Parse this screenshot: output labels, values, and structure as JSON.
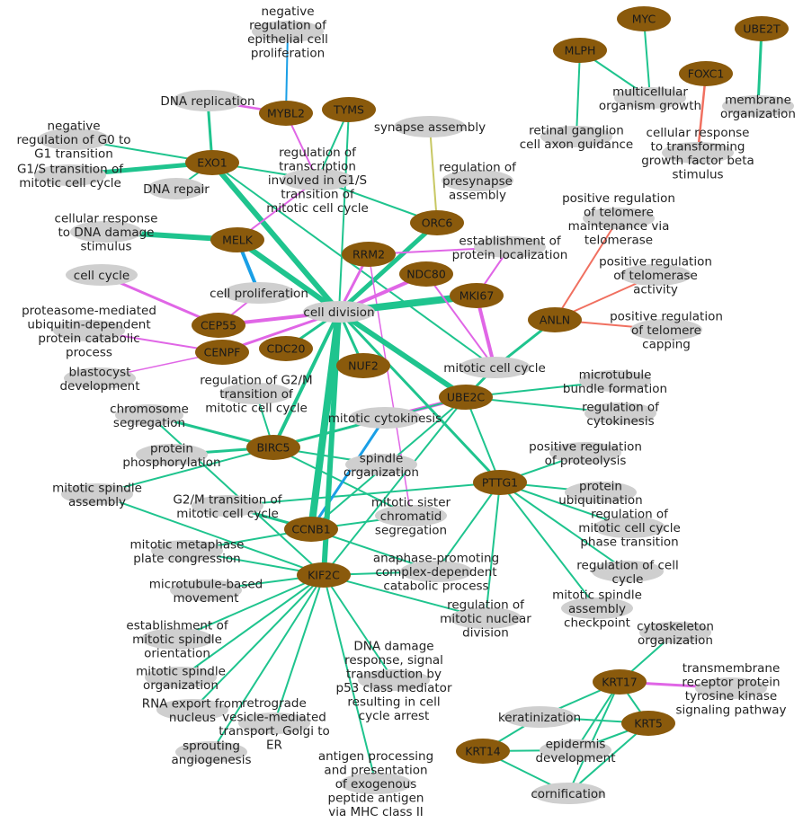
{
  "colors": {
    "gene_node": "#8a5a0c",
    "term_node": "#cfcfcf",
    "edge_green": "#1fc48e",
    "edge_magenta": "#e066e6",
    "edge_blue": "#1a9fe6",
    "edge_salmon": "#f07060",
    "edge_olive": "#c8c864"
  },
  "genes": [
    {
      "id": "EXO1",
      "label": "EXO1"
    },
    {
      "id": "MYBL2",
      "label": "MYBL2"
    },
    {
      "id": "TYMS",
      "label": "TYMS"
    },
    {
      "id": "MELK",
      "label": "MELK"
    },
    {
      "id": "ORC6",
      "label": "ORC6"
    },
    {
      "id": "RRM2",
      "label": "RRM2"
    },
    {
      "id": "NDC80",
      "label": "NDC80"
    },
    {
      "id": "MKI67",
      "label": "MKI67"
    },
    {
      "id": "CEP55",
      "label": "CEP55"
    },
    {
      "id": "CENPF",
      "label": "CENPF"
    },
    {
      "id": "CDC20",
      "label": "CDC20"
    },
    {
      "id": "NUF2",
      "label": "NUF2"
    },
    {
      "id": "UBE2C",
      "label": "UBE2C"
    },
    {
      "id": "BIRC5",
      "label": "BIRC5"
    },
    {
      "id": "PTTG1",
      "label": "PTTG1"
    },
    {
      "id": "CCNB1",
      "label": "CCNB1"
    },
    {
      "id": "KIF2C",
      "label": "KIF2C"
    },
    {
      "id": "ANLN",
      "label": "ANLN"
    },
    {
      "id": "MYC",
      "label": "MYC"
    },
    {
      "id": "MLPH",
      "label": "MLPH"
    },
    {
      "id": "FOXC1",
      "label": "FOXC1"
    },
    {
      "id": "UBE2T",
      "label": "UBE2T"
    },
    {
      "id": "KRT17",
      "label": "KRT17"
    },
    {
      "id": "KRT5",
      "label": "KRT5"
    },
    {
      "id": "KRT14",
      "label": "KRT14"
    }
  ],
  "terms": [
    {
      "id": "neg_epi",
      "label": [
        "negative",
        "regulation of",
        "epithelial cell",
        "proliferation"
      ]
    },
    {
      "id": "dna_rep",
      "label": [
        "DNA replication"
      ]
    },
    {
      "id": "neg_g0",
      "label": [
        "negative",
        "regulation of G0 to",
        "G1 transition"
      ]
    },
    {
      "id": "g1s",
      "label": [
        "G1/S transition of",
        "mitotic cell cycle"
      ]
    },
    {
      "id": "dna_repair",
      "label": [
        "DNA repair"
      ]
    },
    {
      "id": "reg_trans",
      "label": [
        "regulation of",
        "transcription",
        "involved in G1/S",
        "transition of",
        "mitotic cell cycle"
      ]
    },
    {
      "id": "syn_asm",
      "label": [
        "synapse assembly"
      ]
    },
    {
      "id": "reg_presyn",
      "label": [
        "regulation of",
        "presynapse",
        "assembly"
      ]
    },
    {
      "id": "cell_resp_dna",
      "label": [
        "cellular response",
        "to DNA damage",
        "stimulus"
      ]
    },
    {
      "id": "cell_cycle",
      "label": [
        "cell cycle"
      ]
    },
    {
      "id": "cell_prolif",
      "label": [
        "cell proliferation"
      ]
    },
    {
      "id": "cell_div",
      "label": [
        "cell division"
      ]
    },
    {
      "id": "estab_prot",
      "label": [
        "establishment of",
        "protein localization"
      ]
    },
    {
      "id": "proteasome",
      "label": [
        "proteasome-mediated",
        "ubiquitin-dependent",
        "protein catabolic",
        "process"
      ]
    },
    {
      "id": "blasto",
      "label": [
        "blastocyst",
        "development"
      ]
    },
    {
      "id": "reg_g2m",
      "label": [
        "regulation of G2/M",
        "transition of",
        "mitotic cell cycle"
      ]
    },
    {
      "id": "chrom_seg",
      "label": [
        "chromosome",
        "segregation"
      ]
    },
    {
      "id": "mitotic_cc",
      "label": [
        "mitotic cell cycle"
      ]
    },
    {
      "id": "mt_bundle",
      "label": [
        "microtubule",
        "bundle formation"
      ]
    },
    {
      "id": "reg_cytok",
      "label": [
        "regulation of",
        "cytokinesis"
      ]
    },
    {
      "id": "mit_cytok",
      "label": [
        "mitotic cytokinesis"
      ]
    },
    {
      "id": "prot_phos",
      "label": [
        "protein",
        "phosphorylation"
      ]
    },
    {
      "id": "spindle_org",
      "label": [
        "spindle",
        "organization"
      ]
    },
    {
      "id": "pos_prot",
      "label": [
        "positive regulation",
        "of proteolysis"
      ]
    },
    {
      "id": "mit_spindle_asm",
      "label": [
        "mitotic spindle",
        "assembly"
      ]
    },
    {
      "id": "g2m",
      "label": [
        "G2/M transition of",
        "mitotic cell cycle"
      ]
    },
    {
      "id": "sister",
      "label": [
        "mitotic sister",
        "chromatid",
        "segregation"
      ]
    },
    {
      "id": "prot_ubq",
      "label": [
        "protein",
        "ubiquitination"
      ]
    },
    {
      "id": "reg_mcc_phase",
      "label": [
        "regulation of",
        "mitotic cell cycle",
        "phase transition"
      ]
    },
    {
      "id": "metaphase",
      "label": [
        "mitotic metaphase",
        "plate congression"
      ]
    },
    {
      "id": "apc",
      "label": [
        "anaphase-promoting",
        "complex-dependent",
        "catabolic process"
      ]
    },
    {
      "id": "reg_cc",
      "label": [
        "regulation of cell",
        "cycle"
      ]
    },
    {
      "id": "mt_move",
      "label": [
        "microtubule-based",
        "movement"
      ]
    },
    {
      "id": "reg_mnd",
      "label": [
        "regulation of",
        "mitotic nuclear",
        "division"
      ]
    },
    {
      "id": "checkpoint",
      "label": [
        "mitotic spindle",
        "assembly",
        "checkpoint"
      ]
    },
    {
      "id": "estab_spindle",
      "label": [
        "establishment of",
        "mitotic spindle",
        "orientation"
      ]
    },
    {
      "id": "mit_spindle_org",
      "label": [
        "mitotic spindle",
        "organization"
      ]
    },
    {
      "id": "dna_dmg",
      "label": [
        "DNA damage",
        "response, signal",
        "transduction by",
        "p53 class mediator",
        "resulting in cell",
        "cycle arrest"
      ]
    },
    {
      "id": "rna_export",
      "label": [
        "RNA export from",
        "nucleus"
      ]
    },
    {
      "id": "retro",
      "label": [
        "retrograde",
        "vesicle-mediated",
        "transport, Golgi to",
        "ER"
      ]
    },
    {
      "id": "sprouting",
      "label": [
        "sprouting",
        "angiogenesis"
      ]
    },
    {
      "id": "antigen",
      "label": [
        "antigen processing",
        "and presentation",
        "of exogenous",
        "peptide antigen",
        "via MHC class II"
      ]
    },
    {
      "id": "multi_growth",
      "label": [
        "multicellular",
        "organism growth"
      ]
    },
    {
      "id": "retinal",
      "label": [
        "retinal ganglion",
        "cell axon guidance"
      ]
    },
    {
      "id": "membrane_org",
      "label": [
        "membrane",
        "organization"
      ]
    },
    {
      "id": "tgfb",
      "label": [
        "cellular response",
        "to transforming",
        "growth factor beta",
        "stimulus"
      ]
    },
    {
      "id": "telomere_maint",
      "label": [
        "positive regulation",
        "of telomere",
        "maintenance via",
        "telomerase"
      ]
    },
    {
      "id": "telomerase_act",
      "label": [
        "positive regulation",
        "of telomerase",
        "activity"
      ]
    },
    {
      "id": "telomere_cap",
      "label": [
        "positive regulation",
        "of telomere",
        "capping"
      ]
    },
    {
      "id": "cytoskeleton",
      "label": [
        "cytoskeleton",
        "organization"
      ]
    },
    {
      "id": "rtk",
      "label": [
        "transmembrane",
        "receptor protein",
        "tyrosine kinase",
        "signaling pathway"
      ]
    },
    {
      "id": "keratin",
      "label": [
        "keratinization"
      ]
    },
    {
      "id": "epidermis",
      "label": [
        "epidermis",
        "development"
      ]
    },
    {
      "id": "cornif",
      "label": [
        "cornification"
      ]
    }
  ]
}
